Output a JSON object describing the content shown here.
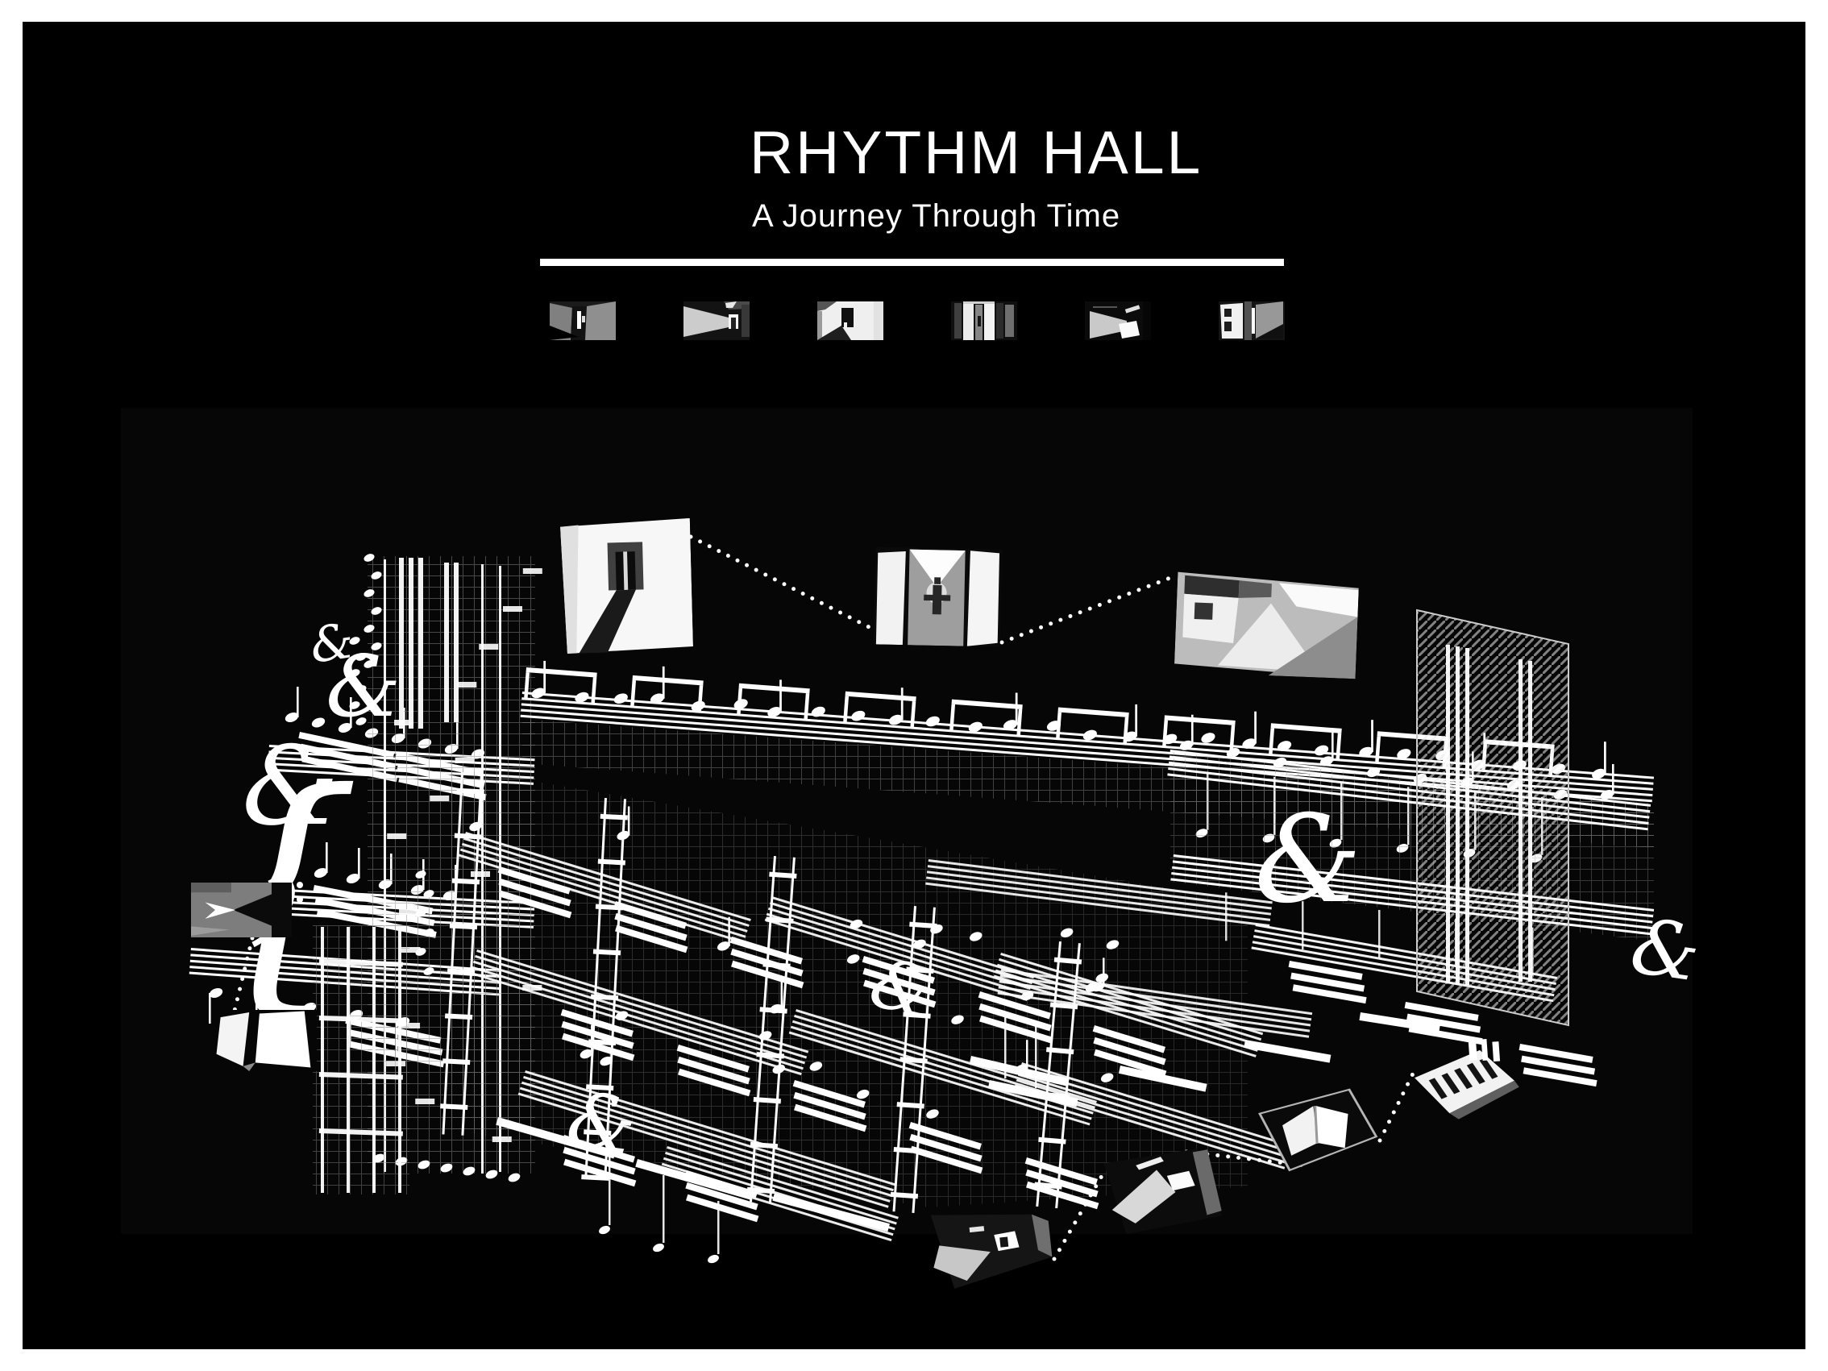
{
  "header": {
    "title": "RHYTHM HALL",
    "subtitle": "A Journey Through Time"
  },
  "palette": {
    "page": "#ffffff",
    "board": "#000000",
    "ink": "#ffffff",
    "render_light": "#d9d9d9",
    "render_mid": "#8a8a8a",
    "render_dark": "#111111"
  },
  "filmstrip": {
    "views": [
      {
        "name": "corridor-between-walls"
      },
      {
        "name": "room-with-light-cone"
      },
      {
        "name": "white-room-with-doorway"
      },
      {
        "name": "narrow-slot-with-figure"
      },
      {
        "name": "light-cone-and-block"
      },
      {
        "name": "panelled-corridor"
      }
    ]
  },
  "drawing": {
    "name": "axonometric-building-of-music-notation",
    "callouts": {
      "top": [
        {
          "name": "doorway-with-stair-render"
        },
        {
          "name": "figure-in-slot-render"
        },
        {
          "name": "terraced-interior-render"
        }
      ],
      "left": [
        {
          "name": "plan-arrow-render"
        },
        {
          "name": "folded-planes-render"
        }
      ],
      "bottom": [
        {
          "name": "portal-render"
        },
        {
          "name": "cone-room-render"
        },
        {
          "name": "open-book-room-render"
        },
        {
          "name": "piano-key-steps-render"
        }
      ]
    }
  }
}
